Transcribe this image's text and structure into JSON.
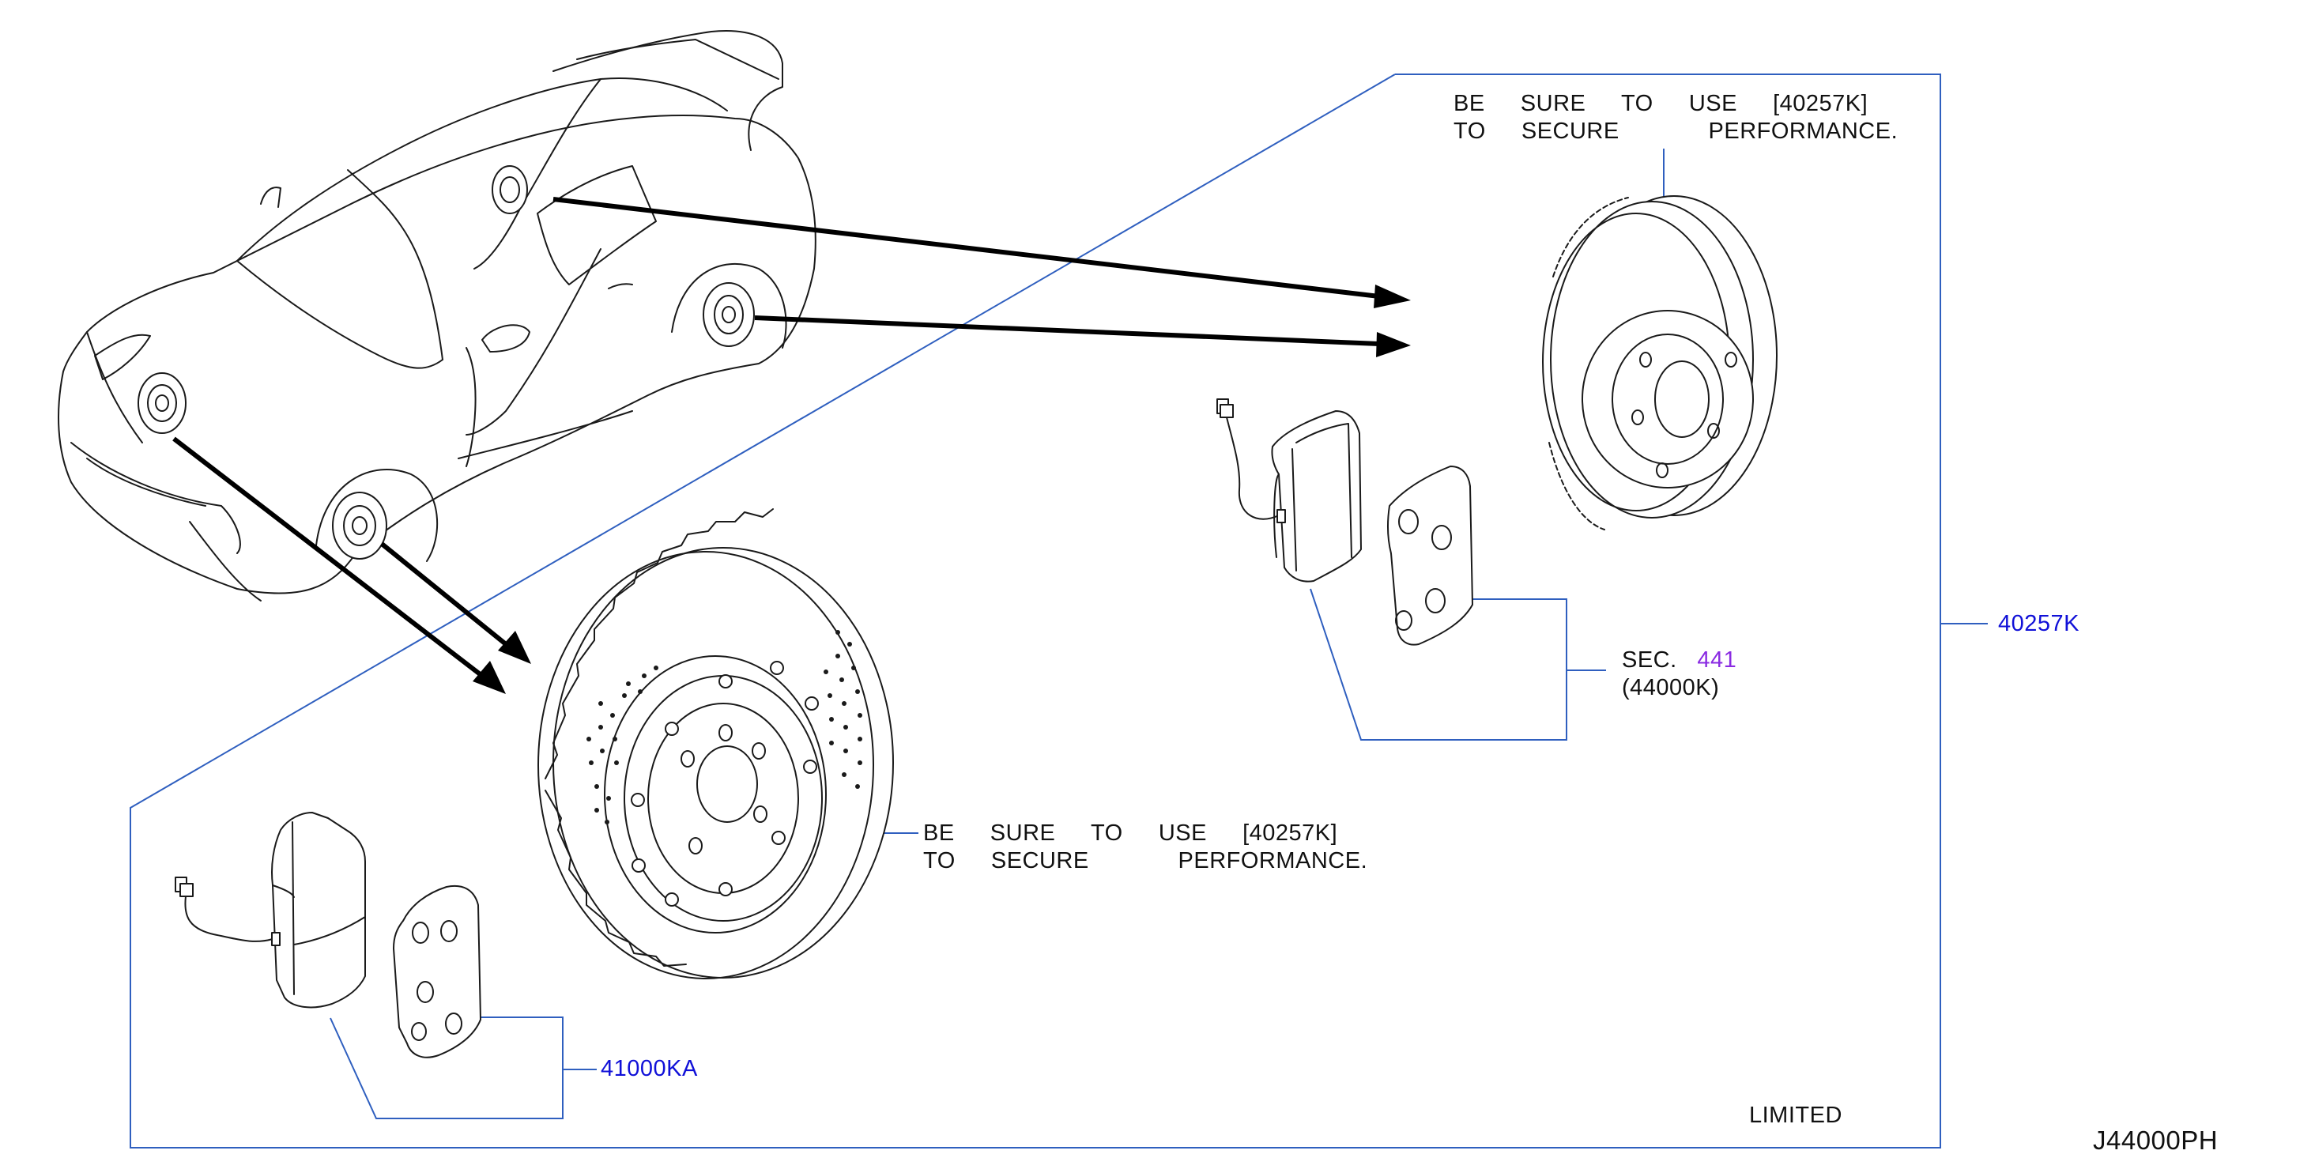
{
  "diagram": {
    "diagram_id": "J44000PH",
    "model_label": "LIMITED",
    "rear_note": {
      "line1": "BE  SURE  TO  USE  [40257K]",
      "line2": "TO  SECURE     PERFORMANCE."
    },
    "front_note": {
      "line1": "BE  SURE  TO  USE  [40257K]",
      "line2": "TO  SECURE     PERFORMANCE."
    },
    "callouts": {
      "rotor_kit": "40257K",
      "front_pads": "41000KA",
      "section_prefix": "SEC.",
      "section_number": "441",
      "section_part": "(44000K)"
    },
    "colors": {
      "link": "#1010d8",
      "section_link": "#8a2be2",
      "frame": "#2f5fbf",
      "ink": "#1a1a1a"
    }
  }
}
